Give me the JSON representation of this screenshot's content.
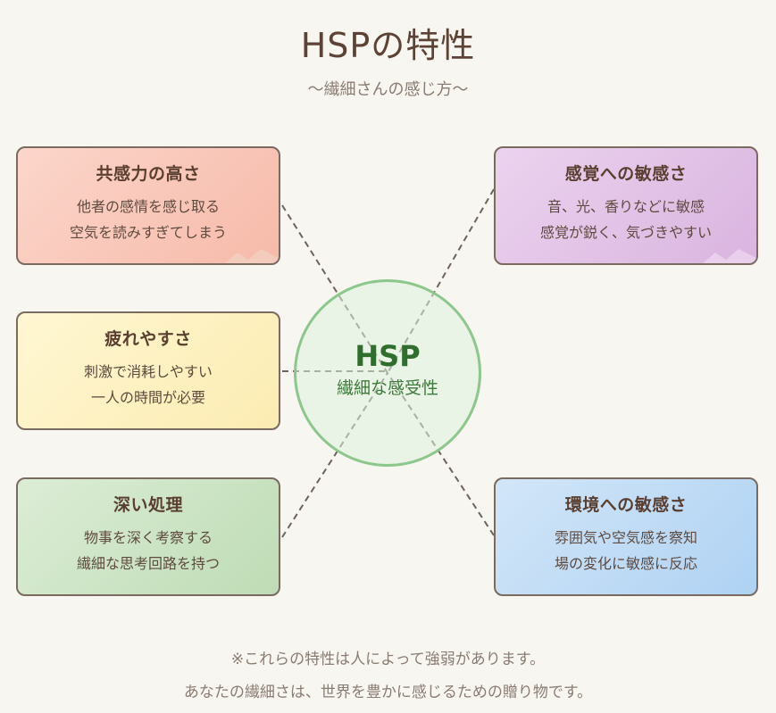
{
  "title": "HSPの特性",
  "subtitle": "〜繊細さんの感じ方〜",
  "center": {
    "title": "HSP",
    "subtitle": "繊細な感受性"
  },
  "cards": {
    "empathy": {
      "title": "共感力の高さ",
      "lines": [
        "他者の感情を感じ取る",
        "空気を読みすぎてしまう"
      ],
      "color": "#f8c4b4"
    },
    "tiredness": {
      "title": "疲れやすさ",
      "lines": [
        "刺激で消耗しやすい",
        "一人の時間が必要"
      ],
      "color": "#fdf1bf"
    },
    "deep_processing": {
      "title": "深い処理",
      "lines": [
        "物事を深く考察する",
        "繊細な思考回路を持つ"
      ],
      "color": "#cbe4c4"
    },
    "sensory": {
      "title": "感覚への敏感さ",
      "lines": [
        "音、光、香りなどに敏感",
        "感覚が鋭く、気づきやすい"
      ],
      "color": "#e2c3e6"
    },
    "environment": {
      "title": "環境への敏感さ",
      "lines": [
        "雰囲気や空気感を察知",
        "場の変化に敏感に反応"
      ],
      "color": "#c2dcf5"
    }
  },
  "footnotes": [
    "※これらの特性は人によって強弱があります。",
    "あなたの繊細さは、世界を豊かに感じるための贈り物です。"
  ]
}
